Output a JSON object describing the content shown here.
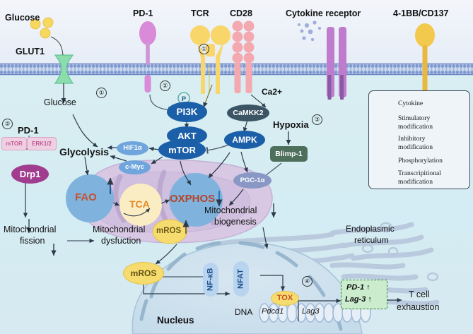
{
  "figure": {
    "title": "T cell exhaustion metabolic signaling pathway diagram",
    "domain": "cell-biology-pathway"
  },
  "colors": {
    "extracellular": "#eef2f8",
    "cytoplasm": "#d6edf2",
    "membrane_blue": "#6c86c4",
    "node_blue": "#1b5fa8",
    "node_darkslate": "#3b5565",
    "node_lightblue": "#7ea9dd",
    "node_purple": "#a03d8f",
    "node_yellow": "#f6dc6e",
    "node_green": "#4e6f5c",
    "pd1_pink": "#d98ad8",
    "tcr_yellow": "#f8d66a",
    "cd28_pink": "#f4a8b0",
    "glut1_green": "#8fd8ae",
    "nucleus_fill": "#cfe2ee",
    "mito_fill": "#d8c8e4",
    "oxphos_blue": "#7fb3dd",
    "tca_yellow": "#fbedc3",
    "accent_green_box": "#cbeccd",
    "accent_green_border": "#2f7d32",
    "text_dark": "#111111",
    "oxphos_text": "#b5432a",
    "tca_text": "#e08a2a",
    "fao_text": "#c4512f"
  },
  "receptors": [
    {
      "name": "GLUT1",
      "label": "GLUT1",
      "kind": "transporter-glut1"
    },
    {
      "name": "PD-1",
      "label": "PD-1",
      "kind": "receptor-pd1"
    },
    {
      "name": "TCR",
      "label": "TCR",
      "kind": "receptor-tcr"
    },
    {
      "name": "CD28",
      "label": "CD28",
      "kind": "receptor-cd28"
    },
    {
      "name": "Cytokine receptor",
      "label": "Cytokine receptor",
      "kind": "receptor-cytokine"
    },
    {
      "name": "4-1BB/CD137",
      "label": "4-1BB/CD137",
      "kind": "receptor-41bb"
    }
  ],
  "top_labels": {
    "glucose": "Glucose",
    "glut1": "GLUT1",
    "pd1": "PD-1",
    "tcr": "TCR",
    "cd28": "CD28",
    "cytokine_receptor": "Cytokine receptor",
    "four1bb": "4-1BB/CD137"
  },
  "step_numbers": {
    "one": "①",
    "one_tcr": "①",
    "two_pd1_receptor": "②",
    "two_left": "②",
    "three": "③",
    "four": "④"
  },
  "signaling_nodes": [
    {
      "id": "pi3k",
      "label": "PI3K",
      "style": "blue-ellipse"
    },
    {
      "id": "akt",
      "label": "AKT",
      "style": "blue-ellipse"
    },
    {
      "id": "mtor",
      "label": "mTOR",
      "style": "blue-ellipse"
    },
    {
      "id": "hif1a",
      "label": "HIF1α",
      "style": "lightblue-ellipse"
    },
    {
      "id": "cmyc",
      "label": "c-Myc",
      "style": "lightblue-ellipse"
    },
    {
      "id": "camkk2",
      "label": "CaMKK2",
      "style": "slate-ellipse"
    },
    {
      "id": "ampk",
      "label": "AMPK",
      "style": "blue-ellipse"
    },
    {
      "id": "pgc1a",
      "label": "PGC-1α",
      "style": "lightslate-ellipse"
    },
    {
      "id": "blimp1",
      "label": "Blimp-1",
      "style": "green-rect"
    },
    {
      "id": "drp1",
      "label": "Drp1",
      "style": "purple-ellipse"
    },
    {
      "id": "mtor_small",
      "label": "mTOR",
      "style": "pink-rect"
    },
    {
      "id": "erk12",
      "label": "ERK1/2",
      "style": "pink-rect"
    },
    {
      "id": "fao",
      "label": "FAO",
      "style": "blue-circle-fao"
    },
    {
      "id": "tca",
      "label": "TCA",
      "style": "yellow-circle-tca"
    },
    {
      "id": "oxphos",
      "label": "OXPHOS",
      "style": "blue-circle-oxphos"
    },
    {
      "id": "mros_mito",
      "label": "mROS",
      "style": "yellow-ellipse"
    },
    {
      "id": "mros_cyto",
      "label": "mROS",
      "style": "yellow-ellipse"
    },
    {
      "id": "nfkb",
      "label": "NF-κB",
      "style": "lightblue-vertical"
    },
    {
      "id": "nfat",
      "label": "NFAT",
      "style": "lightblue-vertical"
    },
    {
      "id": "tox",
      "label": "TOX",
      "style": "yellow-ellipse-small"
    }
  ],
  "plain_labels": {
    "glucose_cyto": "Glucose",
    "glycolysis": "Glycolysis",
    "ca2": "Ca2+",
    "hypoxia": "Hypoxia",
    "mito_fission_l1": "Mitochondrial",
    "mito_fission_l2": "fission",
    "mito_dysfunction_l1": "Mitochondrial",
    "mito_dysfunction_l2": "dysfuction",
    "mito_biogenesis_l1": "Mitochondrial",
    "mito_biogenesis_l2": "biogenesis",
    "er_l1": "Endoplasmic",
    "er_l2": "reticulum",
    "nucleus": "Nucleus",
    "dna": "DNA",
    "tcell_exh_l1": "T cell",
    "tcell_exh_l2": "exhaustion",
    "pdcd1": "Pdcd1",
    "lag3": "Lag3",
    "pd1_up": "PD-1 ↑",
    "lag3_up": "Lag-3 ↑",
    "pd1_left": "PD-1",
    "phospho_badge": "P"
  },
  "legend": {
    "title": "",
    "items": [
      {
        "icon": "cytokine-dots-icon",
        "label_l1": "Cytokine",
        "label_l2": ""
      },
      {
        "icon": "stimulatory-arrow-icon",
        "label_l1": "Stimulatory",
        "label_l2": "modification"
      },
      {
        "icon": "inhibitory-bar-icon",
        "label_l1": "Inhibitory",
        "label_l2": "modification"
      },
      {
        "icon": "phosphorylation-p-icon",
        "label_l1": "Phosphorylation",
        "label_l2": ""
      },
      {
        "icon": "transcriptional-arrow-icon",
        "label_l1": "Transcripitional",
        "label_l2": "modification"
      }
    ]
  }
}
